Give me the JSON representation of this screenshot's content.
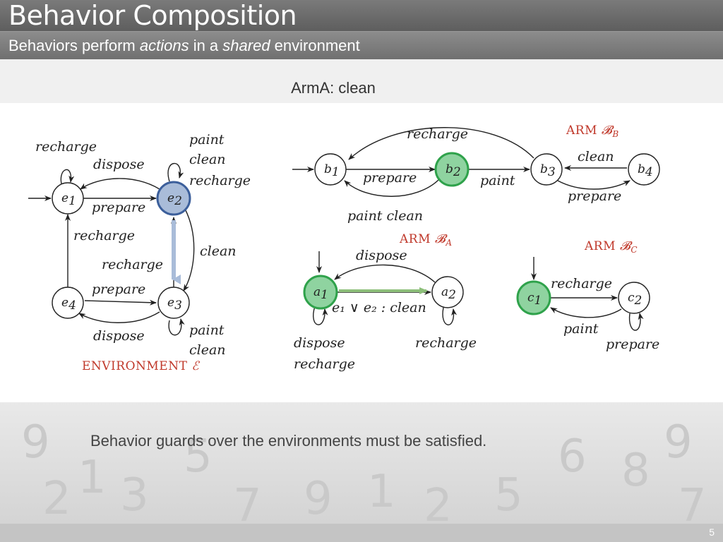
{
  "title": "Behavior Composition",
  "subtitle": {
    "part1": "Behaviors perform ",
    "em1": "actions",
    "part2": " in a ",
    "em2": "shared",
    "part3": " environment"
  },
  "current_state": "ArmA: clean",
  "caption": "Behavior guards over the environments must be satisfied.",
  "page_number": "5",
  "colors": {
    "highlight_green": "#2fa24b",
    "highlight_green_fill": "#8fd3a0",
    "highlight_blue": "#3c5f9b",
    "highlight_blue_fill": "#a9bcd9",
    "caption_red": "#c0392b"
  },
  "environment": {
    "label_word": "ENVIRONMENT",
    "label_symbol": "ℰ",
    "states": {
      "e1": "e",
      "e2": "e",
      "e3": "e",
      "e4": "e"
    },
    "state_subs": {
      "e1": "1",
      "e2": "2",
      "e3": "3",
      "e4": "4"
    },
    "edges": {
      "e1_loop": "recharge",
      "e2_to_e1": "dispose",
      "e1_to_e2": "prepare",
      "e2_loop_a": "paint",
      "e2_loop_b": "clean",
      "e2_loop_c": "recharge",
      "e3_to_e2": "recharge",
      "e2_to_e3": "clean",
      "e4_to_e1": "recharge",
      "e4_to_e3": "prepare",
      "e3_to_e4": "dispose",
      "e3_loop_a": "paint",
      "e3_loop_b": "clean"
    }
  },
  "arm_b": {
    "label_word": "ARM",
    "label_symbol": "𝓑",
    "label_sub": "B",
    "states": {
      "b1": "b",
      "b2": "b",
      "b3": "b",
      "b4": "b"
    },
    "state_subs": {
      "b1": "1",
      "b2": "2",
      "b3": "3",
      "b4": "4"
    },
    "edges": {
      "b3_to_b1": "recharge",
      "b1_to_b2": "prepare",
      "b2_to_b1": "paint clean",
      "b2_to_b3": "paint",
      "b4_to_b3": "clean",
      "b3_to_b4": "prepare"
    }
  },
  "arm_a": {
    "label_word": "ARM",
    "label_symbol": "𝓑",
    "label_sub": "A",
    "states": {
      "a1": "a",
      "a2": "a"
    },
    "state_subs": {
      "a1": "1",
      "a2": "2"
    },
    "edges": {
      "a2_to_a1": "dispose",
      "a1_to_a2": "e₁ ∨ e₂ : clean",
      "a1_loop_a": "dispose",
      "a1_loop_b": "recharge",
      "a2_loop": "recharge"
    }
  },
  "arm_c": {
    "label_word": "ARM",
    "label_symbol": "𝓑",
    "label_sub": "C",
    "states": {
      "c1": "c",
      "c2": "c"
    },
    "state_subs": {
      "c1": "1",
      "c2": "2"
    },
    "edges": {
      "c1_to_c2": "recharge",
      "c2_to_c1": "paint",
      "c2_loop": "prepare"
    }
  }
}
